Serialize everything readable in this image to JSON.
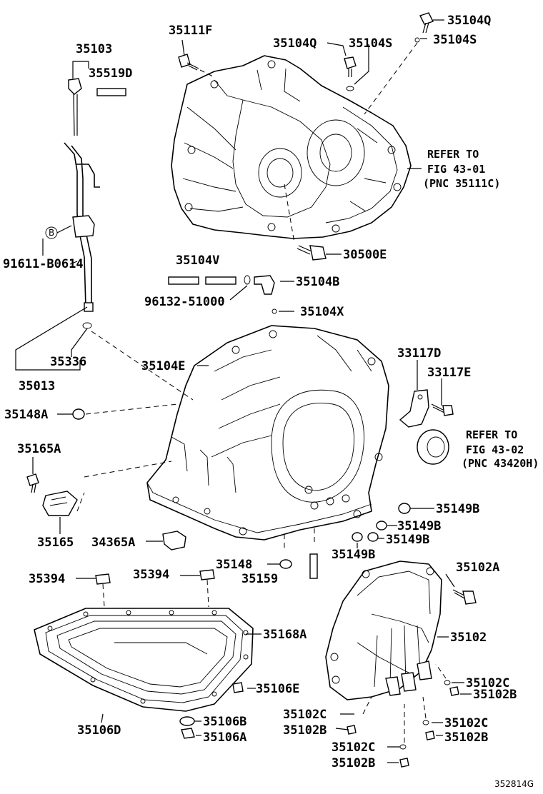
{
  "labels": {
    "l35111F": "35111F",
    "l35104Q_top": "35104Q",
    "l35104S_top": "35104S",
    "l35104Q": "35104Q",
    "l35104S": "35104S",
    "l35103": "35103",
    "l35519D": "35519D",
    "refer1_line1": "REFER TO",
    "refer1_line2": "FIG 43-01",
    "refer1_line3": "(PNC 35111C)",
    "l91611": "91611-B0614",
    "l30500E": "30500E",
    "l35104V": "35104V",
    "l96132": "96132-51000",
    "l35104B": "35104B",
    "l35104X": "35104X",
    "l35336": "35336",
    "l35013": "35013",
    "l35104E": "35104E",
    "l33117D": "33117D",
    "l33117E": "33117E",
    "l35148A": "35148A",
    "refer2_line1": "REFER TO",
    "refer2_line2": "FIG 43-02",
    "refer2_line3": "(PNC 43420H)",
    "l35165A": "35165A",
    "l35149B_1": "35149B",
    "l35149B_2": "35149B",
    "l35149B_3": "35149B",
    "l35149B_4": "35149B",
    "l35165": "35165",
    "l34365A": "34365A",
    "l35148": "35148",
    "l35159": "35159",
    "l35102A": "35102A",
    "l35394_a": "35394",
    "l35394_b": "35394",
    "l35168A": "35168A",
    "l35102": "35102",
    "l35106E": "35106E",
    "l35102C_r1": "35102C",
    "l35102B_r1": "35102B",
    "l35106D": "35106D",
    "l35102C_m": "35102C",
    "l35102B_m": "35102B",
    "l35102C_r2": "35102C",
    "l35102B_r2": "35102B",
    "l35106B": "35106B",
    "l35106A": "35106A",
    "l35102C_b": "35102C",
    "l35102B_b": "35102B",
    "diagram_id": "352814G",
    "circle_b": "B"
  }
}
